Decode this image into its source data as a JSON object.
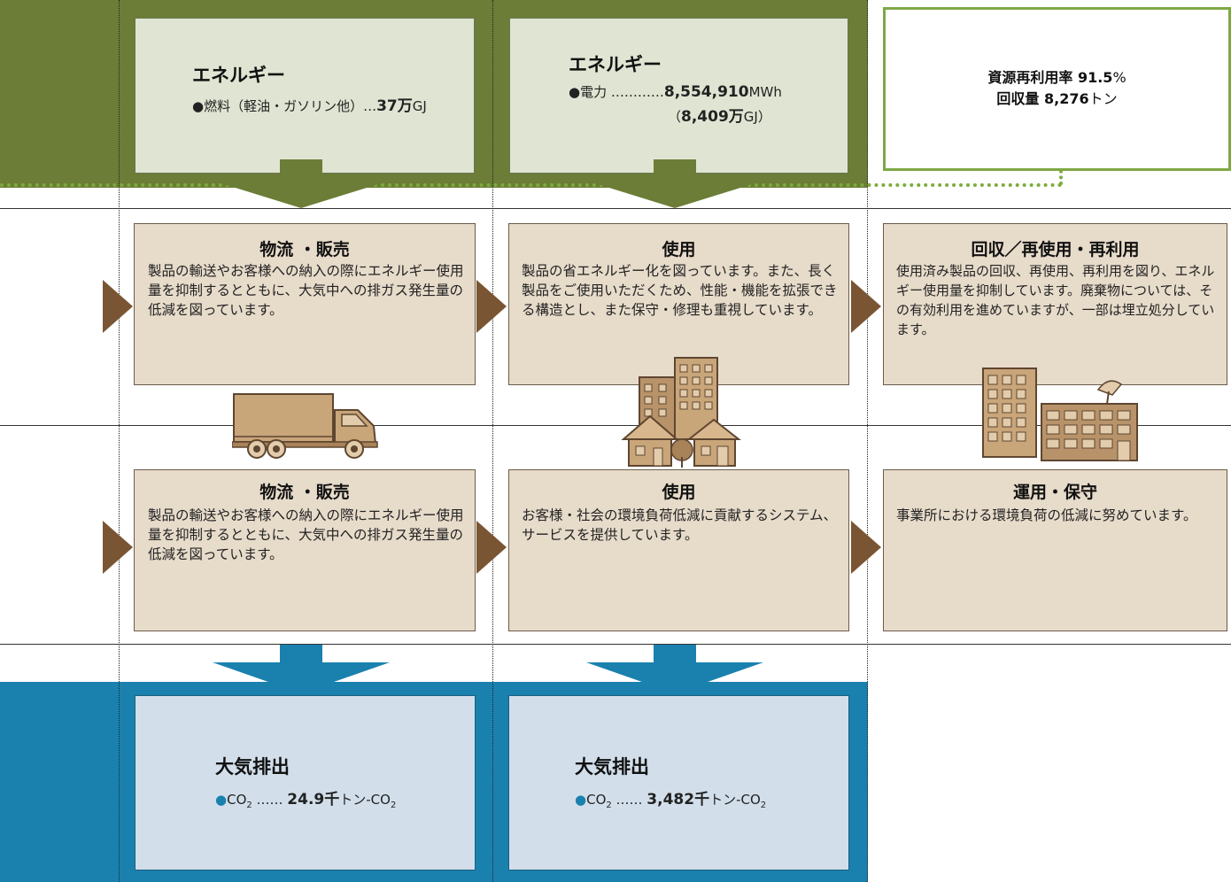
{
  "energy": [
    {
      "title": "エネルギー",
      "line1_prefix": "●燃料（軽油・ガソリン他）…",
      "line1_value": "37万",
      "line1_unit": "GJ"
    },
    {
      "title": "エネルギー",
      "line1_prefix": "●電力 …………",
      "line1_value": "8,554,910",
      "line1_unit": "MWh",
      "line2_open": "（",
      "line2_value": "8,409万",
      "line2_unit": "GJ）"
    }
  ],
  "recycle": {
    "line1_label": "資源再利用率",
    "line1_value": "91.5",
    "line1_unit": "%",
    "line2_label": "回収量",
    "line2_value": "8,276",
    "line2_unit": "トン"
  },
  "stages_top": [
    {
      "title": "物流 ・販売",
      "desc": "製品の輸送やお客様への納入の際にエネルギー使用量を抑制するとともに、大気中への排ガス発生量の低減を図っています。"
    },
    {
      "title": "使用",
      "desc": "製品の省エネルギー化を図っています。また、長く製品をご使用いただくため、性能・機能を拡張できる構造とし、また保守・修理も重視しています。"
    },
    {
      "title": "回収／再使用・再利用",
      "desc": "使用済み製品の回収、再使用、再利用を図り、エネルギー使用量を抑制しています。廃棄物については、その有効利用を進めていますが、一部は埋立処分しています。"
    }
  ],
  "stages_bottom": [
    {
      "title": "物流 ・販売",
      "desc": "製品の輸送やお客様への納入の際にエネルギー使用量を抑制するとともに、大気中への排ガス発生量の低減を図っています。"
    },
    {
      "title": "使用",
      "desc": "お客様・社会の環境負荷低減に貢献するシステム、サービスを提供しています。"
    },
    {
      "title": "運用・保守",
      "desc": "事業所における環境負荷の低減に努めています。"
    }
  ],
  "emissions": [
    {
      "title": "大気排出",
      "bullet": "●",
      "gas": "CO",
      "gas_sub": "2",
      "leader": " …… ",
      "value": "24.9千",
      "unit": "トン-CO",
      "unit_sub": "2"
    },
    {
      "title": "大気排出",
      "bullet": "●",
      "gas": "CO",
      "gas_sub": "2",
      "leader": " …… ",
      "value": "3,482千",
      "unit": "トン-CO",
      "unit_sub": "2"
    }
  ],
  "colors": {
    "input_band": "#6b7d36",
    "output_band": "#1a81ae",
    "stage_box": "#e7dbca",
    "flow_arrow": "#7a5533",
    "recycle_border": "#7fa845"
  }
}
